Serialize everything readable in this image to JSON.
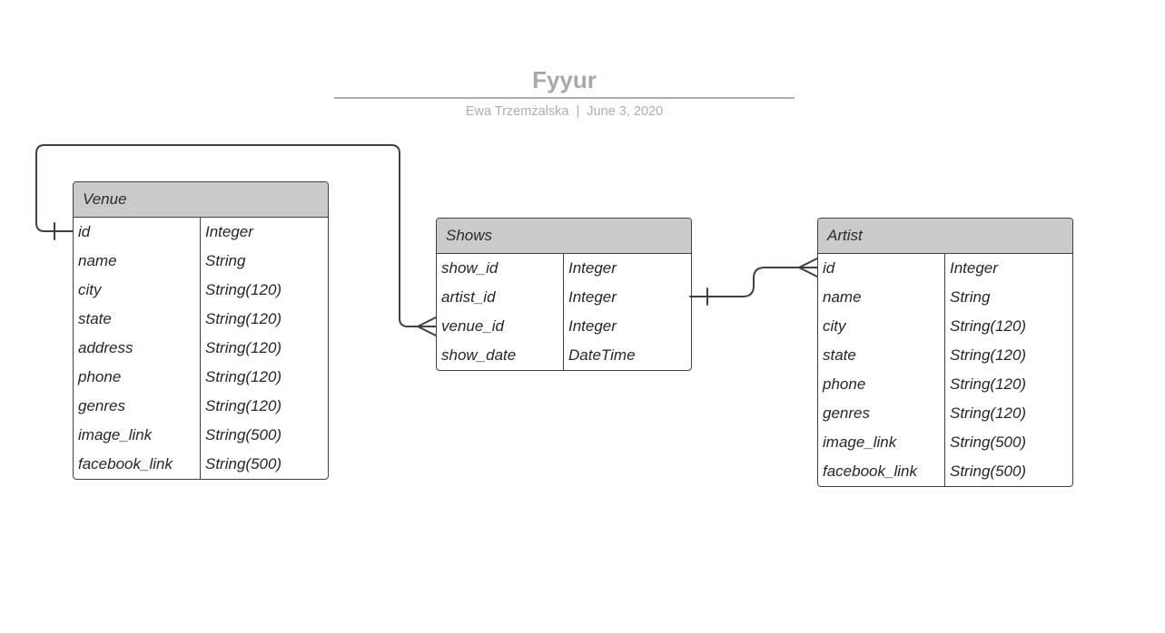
{
  "header": {
    "title": "Fyyur",
    "subtitle": "Ewa Trzemżalska  |  June 3, 2020"
  },
  "colors": {
    "title": "#a4a9b1",
    "subtitle": "#a9aeb6",
    "header_fill": "#cbcbcb",
    "line": "#3f4045"
  },
  "entities": {
    "venue": {
      "name": "Venue",
      "fields": [
        {
          "name": "id",
          "type": "Integer"
        },
        {
          "name": "name",
          "type": "String"
        },
        {
          "name": "city",
          "type": "String(120)"
        },
        {
          "name": "state",
          "type": "String(120)"
        },
        {
          "name": "address",
          "type": "String(120)"
        },
        {
          "name": "phone",
          "type": "String(120)"
        },
        {
          "name": "genres",
          "type": "String(120)"
        },
        {
          "name": "image_link",
          "type": "String(500)"
        },
        {
          "name": "facebook_link",
          "type": "String(500)"
        }
      ]
    },
    "shows": {
      "name": "Shows",
      "fields": [
        {
          "name": "show_id",
          "type": "Integer"
        },
        {
          "name": "artist_id",
          "type": "Integer"
        },
        {
          "name": "venue_id",
          "type": "Integer"
        },
        {
          "name": "show_date",
          "type": "DateTime"
        }
      ]
    },
    "artist": {
      "name": "Artist",
      "fields": [
        {
          "name": "id",
          "type": "Integer"
        },
        {
          "name": "name",
          "type": "String"
        },
        {
          "name": "city",
          "type": "String(120)"
        },
        {
          "name": "state",
          "type": "String(120)"
        },
        {
          "name": "phone",
          "type": "String(120)"
        },
        {
          "name": "genres",
          "type": "String(120)"
        },
        {
          "name": "image_link",
          "type": "String(500)"
        },
        {
          "name": "facebook_link",
          "type": "String(500)"
        }
      ]
    }
  },
  "relationships": [
    {
      "from": "venue.id",
      "from_cardinality": "one",
      "to": "shows.venue_id",
      "to_cardinality": "many"
    },
    {
      "from": "shows.artist_id",
      "from_cardinality": "one",
      "to": "artist.id",
      "to_cardinality": "many"
    }
  ]
}
